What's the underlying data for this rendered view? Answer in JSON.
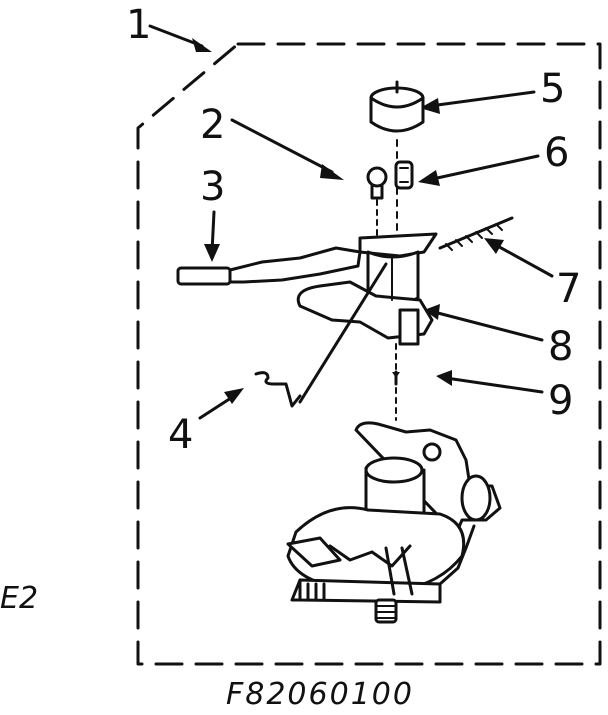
{
  "callouts": [
    "1",
    "2",
    "3",
    "4",
    "5",
    "6",
    "7",
    "8",
    "9"
  ],
  "side_label": "E2",
  "figure_code": "F82060100"
}
